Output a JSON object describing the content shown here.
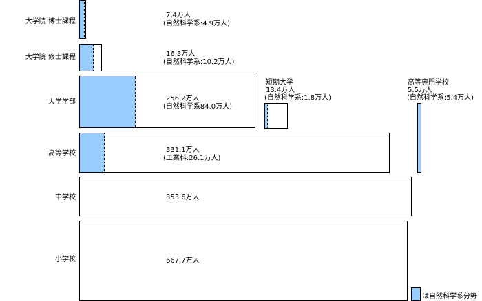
{
  "rows": [
    {
      "label": "大学院 博士課程",
      "total": "7.4万人",
      "sub": "(自然科学系:4.9万人)"
    },
    {
      "label": "大学院 修士課程",
      "total": "16.3万人",
      "sub": "(自然科学系:10.2万人)"
    },
    {
      "label": "大学学部",
      "total": "256.2万人",
      "sub": "(自然科学系84.0万人)"
    },
    {
      "label": "高等学校",
      "total": "331.1万人",
      "sub": "(工業科:26.1万人)"
    },
    {
      "label": "中学校",
      "total": "353.6万人"
    },
    {
      "label": "小学校",
      "total": "667.7万人"
    }
  ],
  "junior_college": {
    "title": "短期大学",
    "total": "13.4万人",
    "sub": "(自然科学系:1.8万人)"
  },
  "technical_college": {
    "title": "高等専門学校",
    "total": "5.5万人",
    "sub": "(自然科学系:5.4万人)"
  },
  "legend": {
    "label": "は自然科学系分野"
  },
  "colors": {
    "natural_science_fill": "#99ccff",
    "border": "#000000"
  }
}
